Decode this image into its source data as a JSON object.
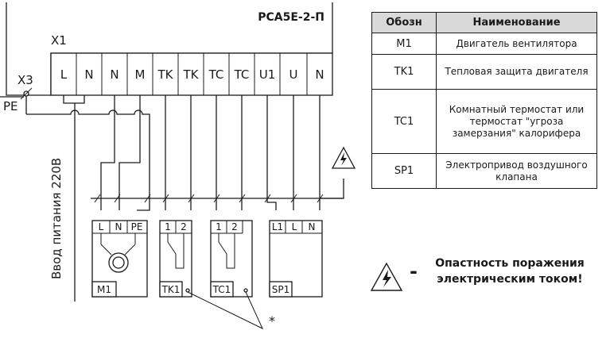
{
  "controller": {
    "model": "РСА5Е-2-П",
    "block_label": "X1",
    "terminals": [
      "L",
      "N",
      "N",
      "M",
      "TK",
      "TK",
      "TC",
      "TC",
      "U1",
      "U",
      "N"
    ],
    "x3_label": "X3",
    "pe_label": "PE",
    "power_input_label": "Ввод питания 220В"
  },
  "devices": [
    {
      "id": "M1",
      "terminals": [
        "L",
        "N",
        "PE"
      ]
    },
    {
      "id": "TK1",
      "terminals": [
        "1",
        "2"
      ]
    },
    {
      "id": "TC1",
      "terminals": [
        "1",
        "2"
      ]
    },
    {
      "id": "SP1",
      "terminals": [
        "L1",
        "L",
        "N"
      ]
    }
  ],
  "footnote_mark": "*",
  "legend": {
    "headers": [
      "Обозн",
      "Наименование"
    ],
    "rows": [
      {
        "code": "M1",
        "name": "Двигатель вентилятора"
      },
      {
        "code": "TK1",
        "name": "Тепловая защита двигателя"
      },
      {
        "code": "TC1",
        "name": "Комнатный термостат или термостат \"угроза замерзания\" калорифера"
      },
      {
        "code": "SP1",
        "name": "Электропривод воздушного клапана"
      }
    ]
  },
  "warning": {
    "dash": "-",
    "text": "Опастность поражения электрическим током!"
  },
  "colors": {
    "line": "#1a1a1a",
    "header_bg": "#d9d9d9",
    "background": "#ffffff"
  },
  "icons": [
    "motor-symbol-icon",
    "switch-contact-icon",
    "high-voltage-warning-icon"
  ]
}
